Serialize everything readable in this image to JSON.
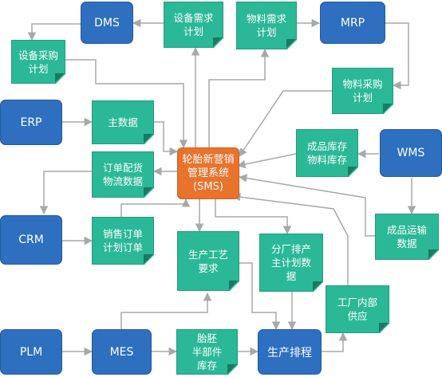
{
  "systems": {
    "dms": "DMS",
    "mrp": "MRP",
    "erp": "ERP",
    "wms": "WMS",
    "crm": "CRM",
    "plm": "PLM",
    "mes": "MES",
    "production_scheduling": "生产排程"
  },
  "center": {
    "label": "轮胎新营销\n管理系统\n(SMS)"
  },
  "documents": {
    "equipment_demand_plan": "设备需求\n计划",
    "material_demand_plan": "物料需求\n计划",
    "equipment_purchase_plan": "设备采购\n计划",
    "material_purchase_plan": "物料采购\n计划",
    "master_data": "主数据",
    "product_material_inventory": "成品库存\n物料库存",
    "order_logistics_data": "订单配货\n物流数据",
    "product_transport_data": "成品运输\n数据",
    "sales_orders": "销售订单\n计划订单",
    "production_process_requirements": "生产工艺\n要求",
    "branch_master_schedule": "分厂排产\n主计划数\n据",
    "internal_plant_supply": "工厂内部\n供应",
    "semi_finished_inventory": "胎胚\n半部件\n库存"
  }
}
